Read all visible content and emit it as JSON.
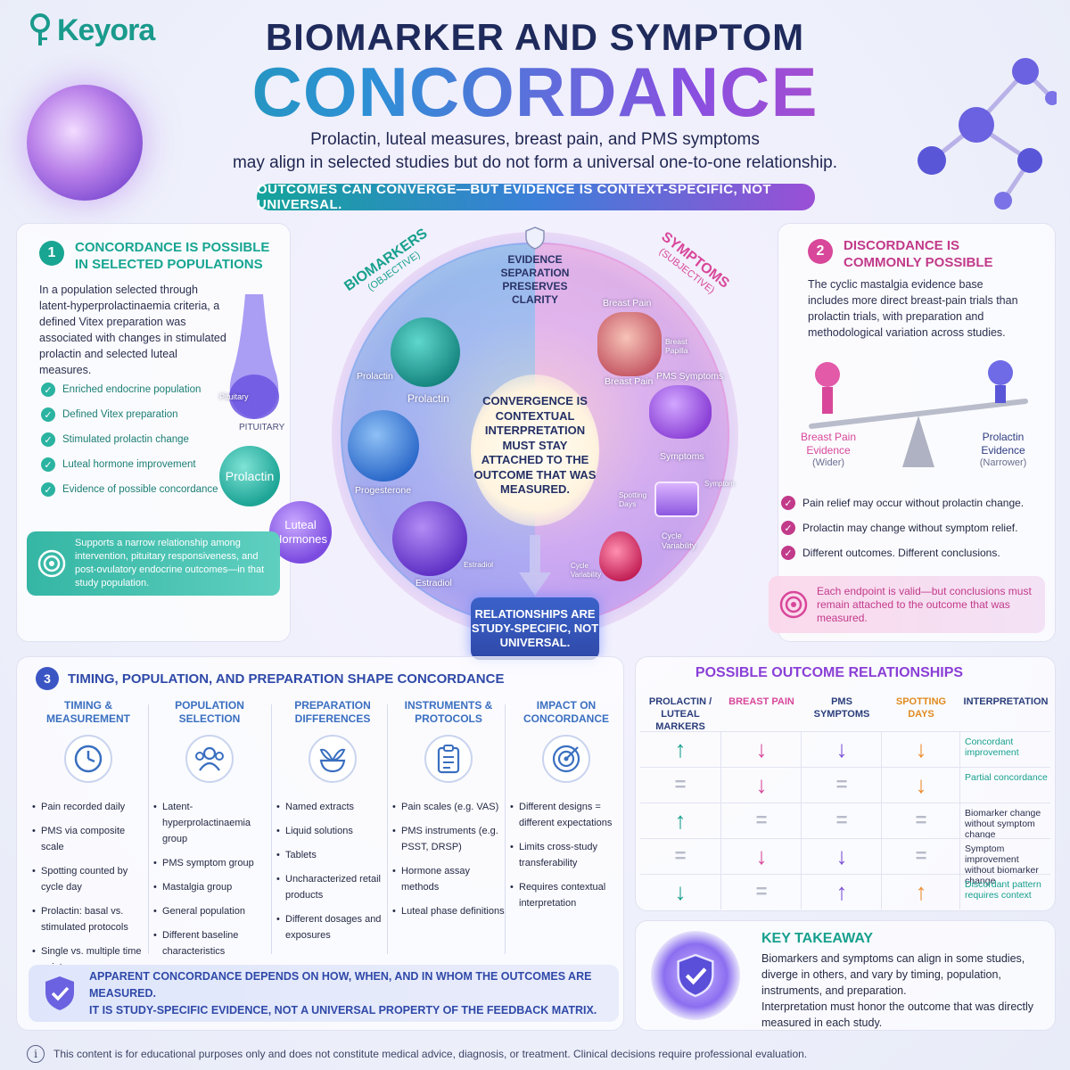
{
  "brand": {
    "logo_text": "Keyora"
  },
  "header": {
    "title_line1": "BIOMARKER AND SYMPTOM",
    "title_line2": "CONCORDANCE",
    "subtitle_line1": "Prolactin, luteal measures, breast pain, and PMS symptoms",
    "subtitle_line2": "may align in selected studies but do not form a universal one-to-one relationship.",
    "banner": "OUTCOMES CAN CONVERGE—BUT EVIDENCE IS CONTEXT-SPECIFIC, NOT UNIVERSAL."
  },
  "section1": {
    "number": "1",
    "title_line1": "CONCORDANCE IS POSSIBLE",
    "title_line2": "IN SELECTED POPULATIONS",
    "body": "In a population selected through latent-hyperprolactinaemia criteria, a defined Vitex preparation was associated with changes in stimulated prolactin and selected luteal measures.",
    "checks": [
      "Enriched endocrine population",
      "Defined Vitex preparation",
      "Stimulated prolactin change",
      "Luteal hormone improvement",
      "Evidence of possible concordance"
    ],
    "illustration_labels": {
      "pituitary_small": "Pituitary",
      "pituitary": "PITUITARY",
      "prolactin": "Prolactin",
      "luteal": "Luteal Hormones"
    },
    "note": "Supports a narrow relationship among intervention, pituitary responsiveness, and post-ovulatory endocrine outcomes—in that study population."
  },
  "center": {
    "left_arc": "BIOMARKERS",
    "left_arc_sub": "(OBJECTIVE)",
    "right_arc": "SYMPTOMS",
    "right_arc_sub": "(SUBJECTIVE)",
    "separation": "EVIDENCE SEPARATION PRESERVES CLARITY",
    "core": "CONVERGENCE IS CONTEXTUAL INTERPRETATION MUST STAY ATTACHED TO THE OUTCOME THAT WAS MEASURED.",
    "left_labels": {
      "prolactin_a": "Prolactin",
      "prolactin_b": "Prolactin",
      "progesterone": "Progesterone",
      "estradiol": "Estradiol",
      "estradiol_small": "Estradiol"
    },
    "right_labels": {
      "breast_pain_a": "Breast Pain",
      "breast_papilla": "Breast Papilla",
      "breast_pain_b": "Breast Pain",
      "pms": "PMS Symptoms",
      "symptoms": "Symptoms",
      "spotting": "Spotting Days",
      "cycle": "Cycle Variability",
      "cycle_small": "Cycle Variability",
      "symptom_small": "Symptom"
    },
    "bottom_box": "RELATIONSHIPS ARE STUDY-SPECIFIC, NOT UNIVERSAL."
  },
  "section2": {
    "number": "2",
    "title_line1": "DISCORDANCE IS",
    "title_line2": "COMMONLY POSSIBLE",
    "body": "The cyclic mastalgia evidence base includes more direct breast-pain trials than prolactin trials, with preparation and methodological variation across studies.",
    "scale_left": "Breast Pain Evidence",
    "scale_left_sub": "(Wider)",
    "scale_right": "Prolactin Evidence",
    "scale_right_sub": "(Narrower)",
    "checks": [
      "Pain relief may occur without prolactin change.",
      "Prolactin may change without symptom relief.",
      "Different outcomes. Different conclusions."
    ],
    "note": "Each endpoint is valid—but conclusions must remain attached to the outcome that was measured."
  },
  "section3": {
    "number": "3",
    "title": "TIMING, POPULATION, AND PREPARATION SHAPE CONCORDANCE",
    "columns": [
      {
        "head": "TIMING & MEASUREMENT",
        "icon": "clock-icon",
        "items": [
          "Pain recorded daily",
          "PMS via composite scale",
          "Spotting counted by cycle day",
          "Prolactin: basal vs. stimulated protocols",
          "Single vs. multiple time points"
        ]
      },
      {
        "head": "POPULATION SELECTION",
        "icon": "people-icon",
        "items": [
          "Latent-hyperprolactinaemia group",
          "PMS symptom group",
          "Mastalgia group",
          "General population",
          "Different baseline characteristics"
        ]
      },
      {
        "head": "PREPARATION DIFFERENCES",
        "icon": "plant-bowl-icon",
        "items": [
          "Named extracts",
          "Liquid solutions",
          "Tablets",
          "Uncharacterized retail products",
          "Different dosages and exposures"
        ]
      },
      {
        "head": "INSTRUMENTS & PROTOCOLS",
        "icon": "clipboard-icon",
        "items": [
          "Pain scales (e.g. VAS)",
          "PMS instruments (e.g. PSST, DRSP)",
          "Hormone assay methods",
          "Luteal phase definitions"
        ]
      },
      {
        "head": "IMPACT ON CONCORDANCE",
        "icon": "target-icon",
        "items": [
          "Different designs = different expectations",
          "Limits cross-study transferability",
          "Requires contextual interpretation"
        ]
      }
    ],
    "footer_line1": "APPARENT CONCORDANCE DEPENDS ON HOW, WHEN, AND IN WHOM THE OUTCOMES ARE MEASURED.",
    "footer_line2": "IT IS STUDY-SPECIFIC EVIDENCE, NOT A UNIVERSAL PROPERTY OF THE FEEDBACK MATRIX."
  },
  "matrix": {
    "title": "POSSIBLE OUTCOME RELATIONSHIPS",
    "headers": [
      "PROLACTIN / LUTEAL MARKERS",
      "BREAST PAIN",
      "PMS SYMPTOMS",
      "SPOTTING DAYS",
      "INTERPRETATION"
    ],
    "header_colors": [
      "#2a3d7a",
      "#d8479a",
      "#2a3d7a",
      "#e08a1e",
      "#2a3d7a"
    ],
    "rows": [
      {
        "cells": [
          "up",
          "down",
          "down",
          "down"
        ],
        "interpretation": "Concordant improvement"
      },
      {
        "cells": [
          "eq",
          "down",
          "eq",
          "down"
        ],
        "interpretation": "Partial concordance"
      },
      {
        "cells": [
          "up",
          "eq",
          "eq",
          "eq"
        ],
        "interpretation": "Biomarker change without symptom change"
      },
      {
        "cells": [
          "eq",
          "down",
          "down",
          "eq"
        ],
        "interpretation": "Symptom improvement without biomarker change"
      },
      {
        "cells": [
          "down",
          "eq",
          "up",
          "up"
        ],
        "interpretation": "Discordant pattern requires context"
      }
    ],
    "col_colors": [
      "#17a08e",
      "#d8479a",
      "#7a4fd6",
      "#ee8c2e"
    ],
    "neutral_color": "#b7bbc9"
  },
  "takeaway": {
    "title": "KEY TAKEAWAY",
    "line1": "Biomarkers and symptoms can align in some studies, diverge in others, and vary by timing, population, instruments, and preparation.",
    "line2": "Interpretation must honor the outcome that was directly measured in each study."
  },
  "footer": {
    "info_glyph": "i",
    "disclaimer": "This content is for educational purposes only and does not constitute medical advice, diagnosis, or treatment. Clinical decisions require professional evaluation."
  }
}
